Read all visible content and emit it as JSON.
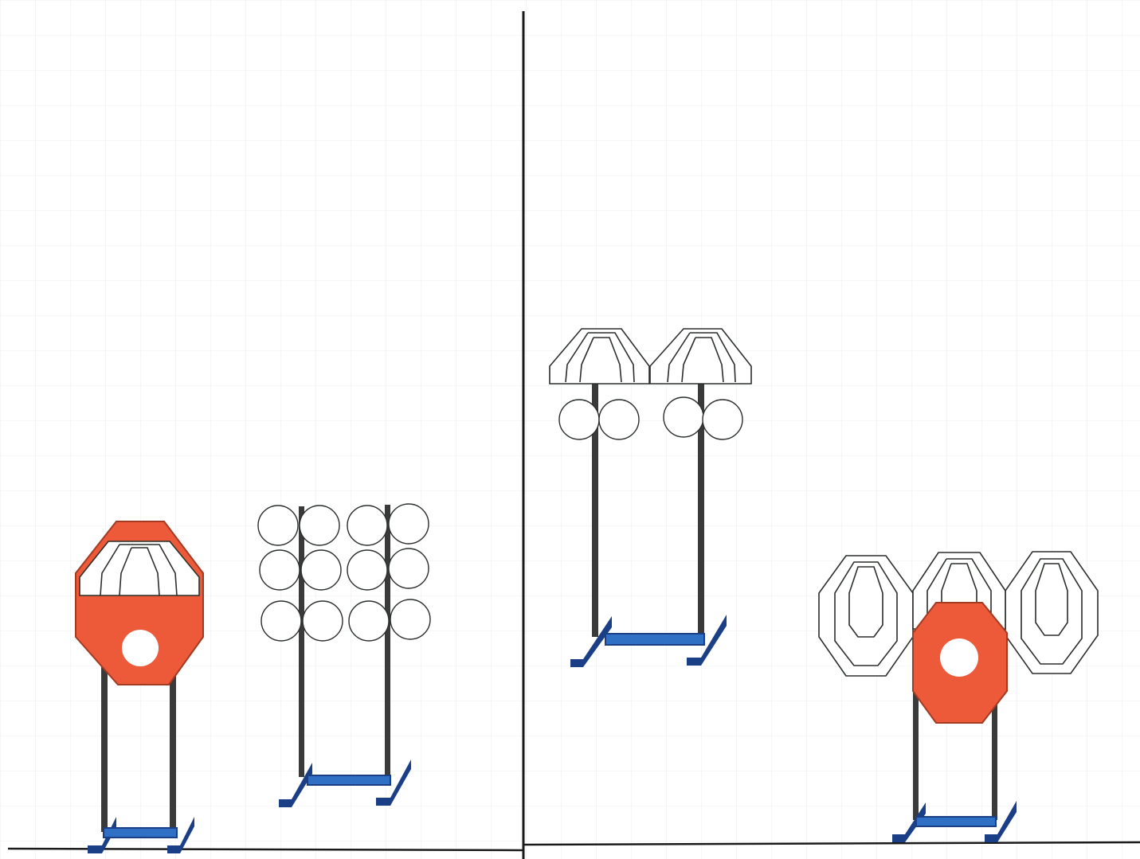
{
  "colors": {
    "background": "#ffffff",
    "grid": "#e9eef2",
    "line": "#1a1a1a",
    "orange_target": "#ec5a3a",
    "blue_base": "#2f6fc4",
    "outline_target": "#2a2f2a"
  },
  "scene": {
    "panels": [
      "left-panel",
      "right-panel"
    ],
    "stands": [
      {
        "name": "orange-popper-stand",
        "type": "popper"
      },
      {
        "name": "plate-rack-stand",
        "type": "plate-rack",
        "plates": 12
      },
      {
        "name": "double-popper-stand",
        "type": "double-popper",
        "plates": 4
      },
      {
        "name": "triple-target-stand",
        "type": "triple-target"
      }
    ]
  }
}
